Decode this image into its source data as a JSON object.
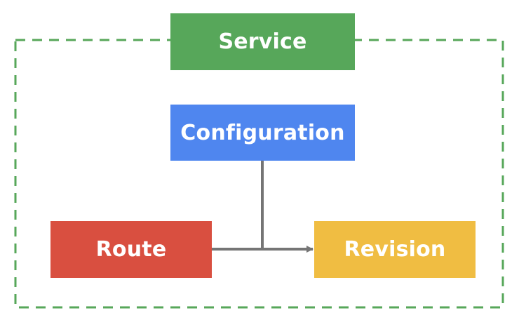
{
  "diagram": {
    "nodes": {
      "service": {
        "label": "Service",
        "color": "#57a75a"
      },
      "configuration": {
        "label": "Configuration",
        "color": "#4f86ef"
      },
      "route": {
        "label": "Route",
        "color": "#d94f40"
      },
      "revision": {
        "label": "Revision",
        "color": "#f0bd42"
      }
    },
    "boundary_color": "#57a75a",
    "connector_color": "#757575"
  }
}
